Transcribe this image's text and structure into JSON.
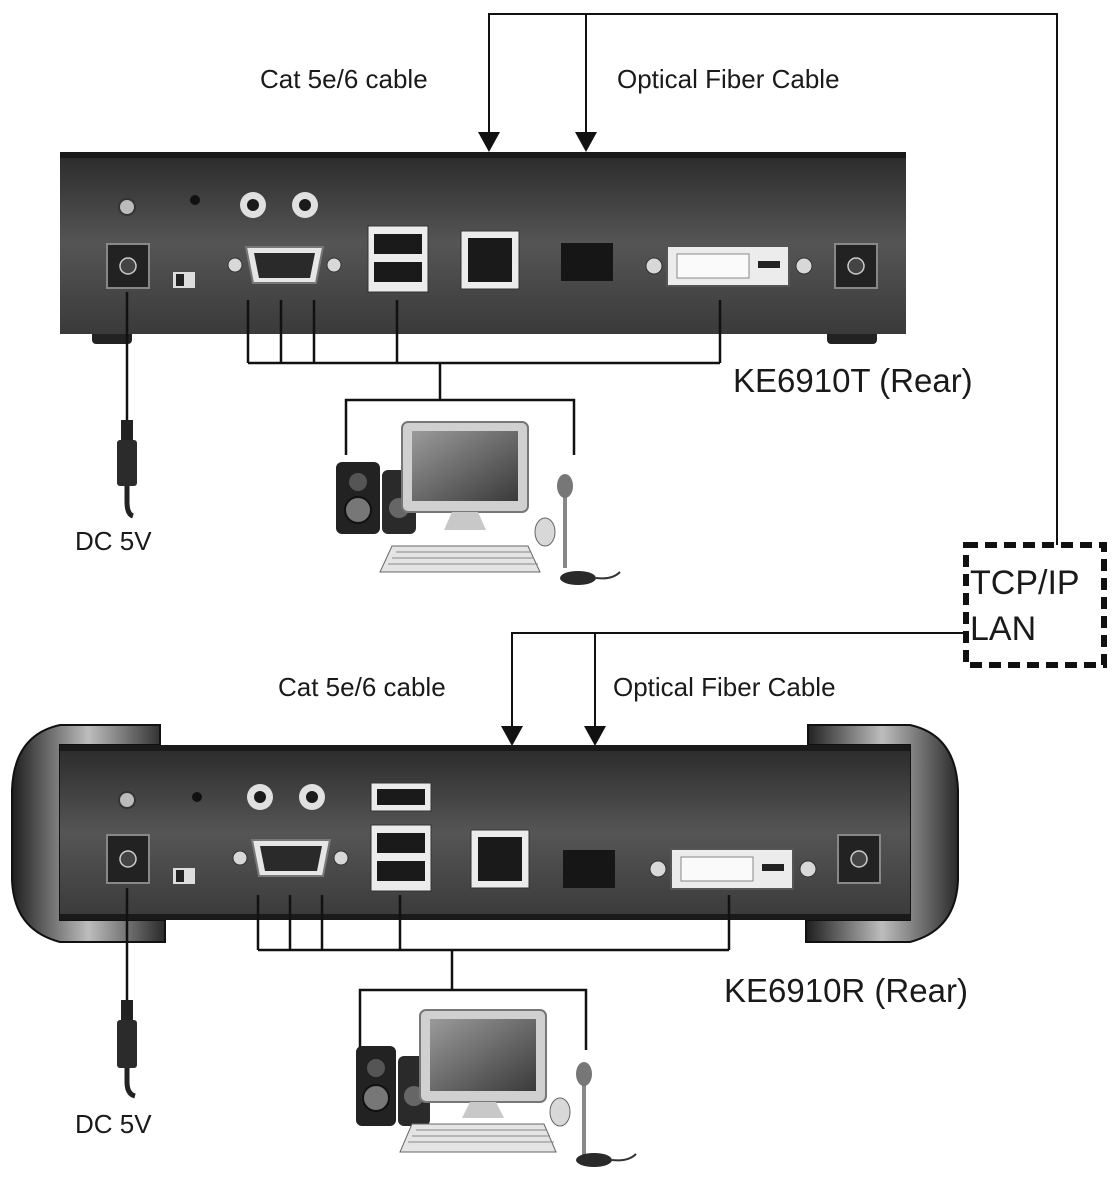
{
  "labels": {
    "tx_cat": "Cat 5e/6 cable",
    "tx_fiber": "Optical Fiber Cable",
    "tx_model": "KE6910T (Rear)",
    "tx_power": "DC 5V",
    "rx_cat": "Cat 5e/6 cable",
    "rx_fiber": "Optical Fiber Cable",
    "rx_model": "KE6910R (Rear)",
    "rx_power": "DC 5V",
    "lan_line1": "TCP/IP",
    "lan_line2": "LAN"
  }
}
